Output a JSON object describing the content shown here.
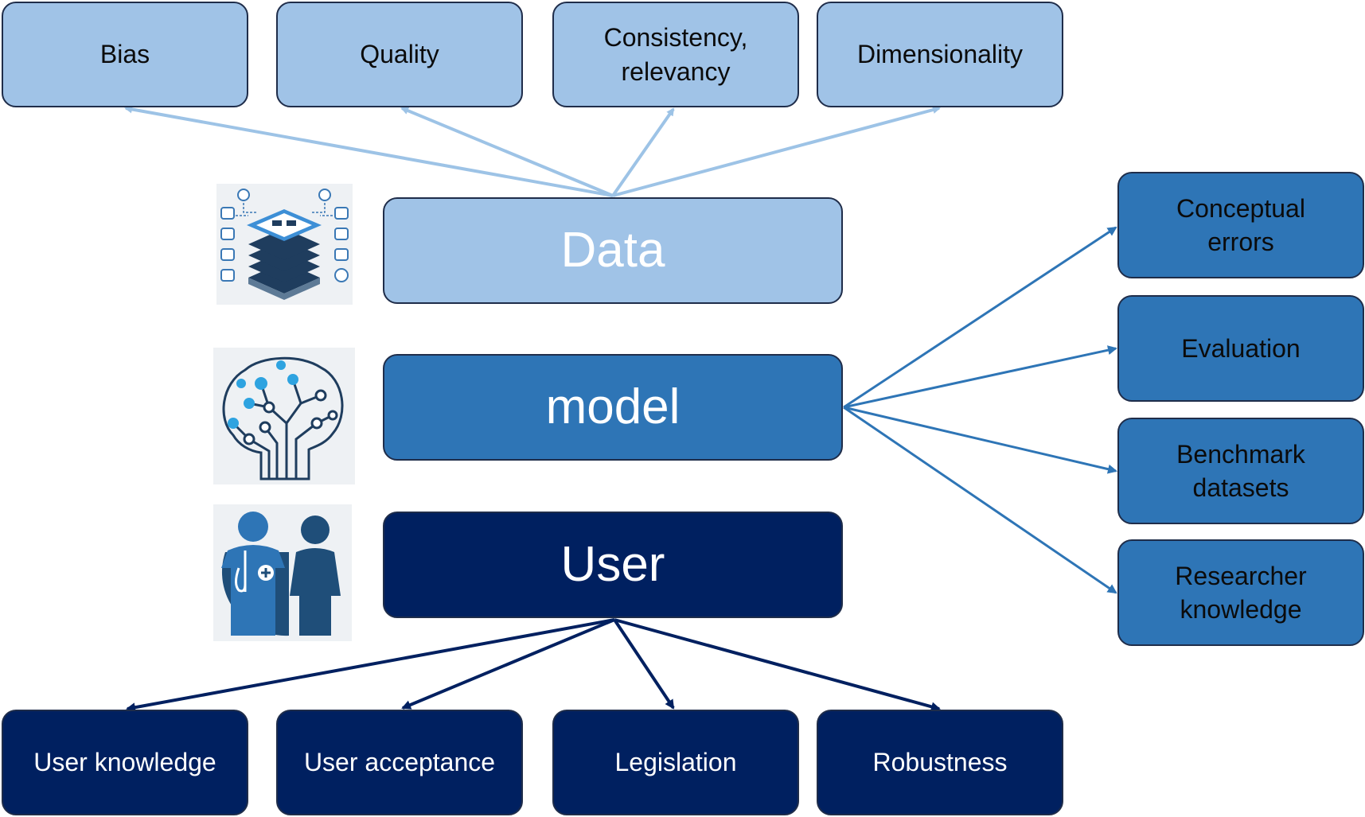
{
  "colors": {
    "light": "#a0c3e7",
    "mid": "#2e75b6",
    "dark": "#002060",
    "arrow_light": "#9dc3e6",
    "arrow_mid": "#2e75b6",
    "arrow_dark": "#002060"
  },
  "main": {
    "data": "Data",
    "model": "model",
    "user": "User"
  },
  "data_factors": [
    "Bias",
    "Quality",
    "Consistency,\nrelevancy",
    "Dimensionality"
  ],
  "model_factors": [
    "Conceptual\nerrors",
    "Evaluation",
    "Benchmark\ndatasets",
    "Researcher\nknowledge"
  ],
  "user_factors": [
    "User knowledge",
    "User acceptance",
    "Legislation",
    "Robustness"
  ],
  "icons": {
    "data": "database-layers-icon",
    "model": "circuit-brain-icon",
    "user": "doctor-patient-icon"
  }
}
